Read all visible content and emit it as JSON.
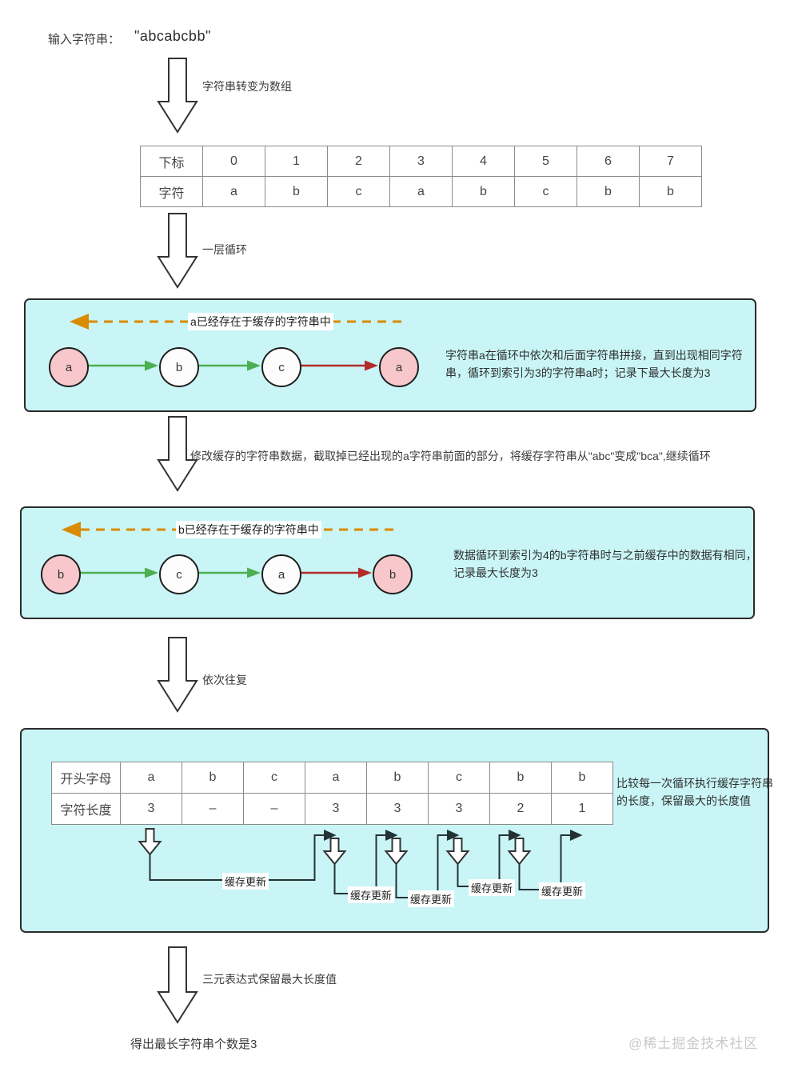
{
  "page": {
    "input_label": "输入字符串：",
    "input_value": "\"abcabcbb\"",
    "final_note": "得出最长字符串个数是3",
    "watermark": "@稀土掘金技术社区"
  },
  "steps": {
    "to_array": "字符串转变为数组",
    "one_loop": "一层循环",
    "modify_cache": "修改缓存的字符串数据，截取掉已经出现的a字符串前面的部分，将缓存字符串从\"abc\"变成\"bca\",继续循环",
    "repeat": "依次往复",
    "ternary": "三元表达式保留最大长度值"
  },
  "index_table": {
    "row1_header": "下标",
    "row2_header": "字符",
    "indices": [
      "0",
      "1",
      "2",
      "3",
      "4",
      "5",
      "6",
      "7"
    ],
    "chars": [
      "a",
      "b",
      "c",
      "a",
      "b",
      "c",
      "b",
      "b"
    ]
  },
  "box1": {
    "dashed_label": "a已经存在于缓存的字符串中",
    "nodes": [
      {
        "label": "a",
        "highlight": true
      },
      {
        "label": "b",
        "highlight": false
      },
      {
        "label": "c",
        "highlight": false
      },
      {
        "label": "a",
        "highlight": true
      }
    ],
    "description": "字符串a在循环中依次和后面字符串拼接，直到出现相同字符串，循环到索引为3的字符串a时；记录下最大长度为3"
  },
  "box2": {
    "dashed_label": "b已经存在于缓存的字符串中",
    "nodes": [
      {
        "label": "b",
        "highlight": true
      },
      {
        "label": "c",
        "highlight": false
      },
      {
        "label": "a",
        "highlight": false
      },
      {
        "label": "b",
        "highlight": true
      }
    ],
    "description": "数据循环到索引为4的b字符串时与之前缓存中的数据有相同，记录最大长度为3"
  },
  "box3": {
    "row1_header": "开头字母",
    "row2_header": "字符长度",
    "letters": [
      "a",
      "b",
      "c",
      "a",
      "b",
      "c",
      "b",
      "b"
    ],
    "lengths": [
      "3",
      "–",
      "–",
      "3",
      "3",
      "3",
      "2",
      "1"
    ],
    "description": "比较每一次循环执行缓存字符串的长度，保留最大的长度值",
    "cache_update_labels": [
      "缓存更新",
      "缓存更新",
      "缓存更新",
      "缓存更新",
      "缓存更新"
    ]
  },
  "colors": {
    "box_background": "#c9f5f6",
    "node_highlight": "#f8c7cb",
    "arrow_green": "#4caf50",
    "arrow_red": "#b32b2b",
    "arrow_orange_dashed": "#d98b00",
    "line_dark": "#233333"
  }
}
